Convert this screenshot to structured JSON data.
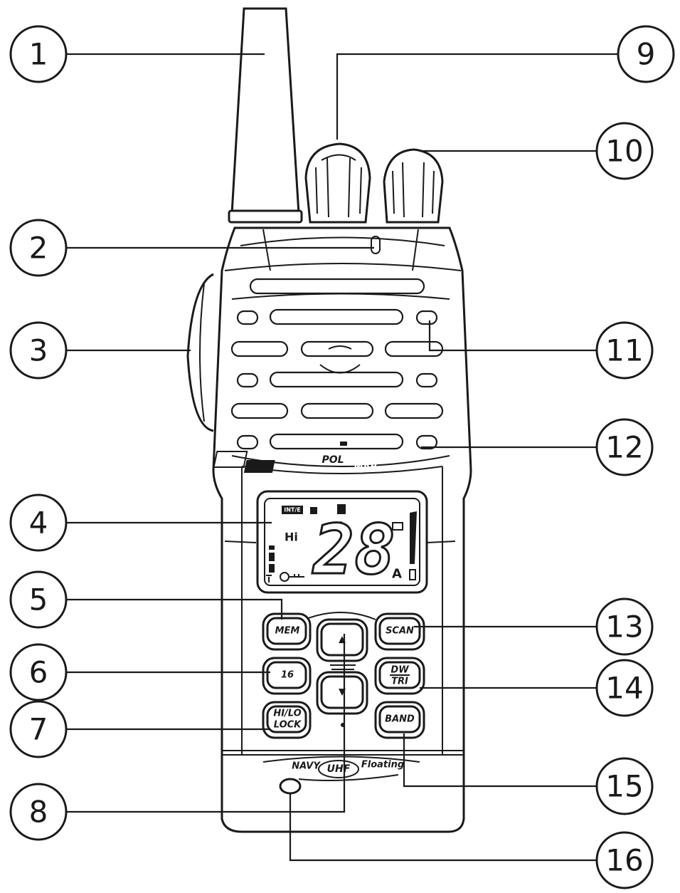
{
  "callouts": [
    {
      "id": "1",
      "label": "1"
    },
    {
      "id": "2",
      "label": "2"
    },
    {
      "id": "3",
      "label": "3"
    },
    {
      "id": "4",
      "label": "4"
    },
    {
      "id": "5",
      "label": "5"
    },
    {
      "id": "6",
      "label": "6"
    },
    {
      "id": "7",
      "label": "7"
    },
    {
      "id": "8",
      "label": "8"
    },
    {
      "id": "9",
      "label": "9"
    },
    {
      "id": "10",
      "label": "10"
    },
    {
      "id": "11",
      "label": "11"
    },
    {
      "id": "12",
      "label": "12"
    },
    {
      "id": "13",
      "label": "13"
    },
    {
      "id": "14",
      "label": "14"
    },
    {
      "id": "15",
      "label": "15"
    },
    {
      "id": "16",
      "label": "16"
    }
  ],
  "brand": {
    "pol": "POL",
    "mar": "MAR"
  },
  "footer_logo": {
    "left": "NAVY",
    "mid": "UHF",
    "right": "Floating"
  },
  "lcd": {
    "channel": "28",
    "band_letter": "A",
    "power": "Hi",
    "badge": "INT/E"
  },
  "keys": {
    "mem": "MEM",
    "ch16": "16",
    "hilo_top": "HI/LO",
    "hilo_bottom": "LOCK",
    "scan": "SCAN",
    "dw_top": "DW",
    "dw_bottom": "TRI",
    "band": "BAND",
    "up": "▲",
    "down": "▼"
  },
  "colors": {
    "line": "#1a1a1a",
    "fill": "#ffffff"
  }
}
